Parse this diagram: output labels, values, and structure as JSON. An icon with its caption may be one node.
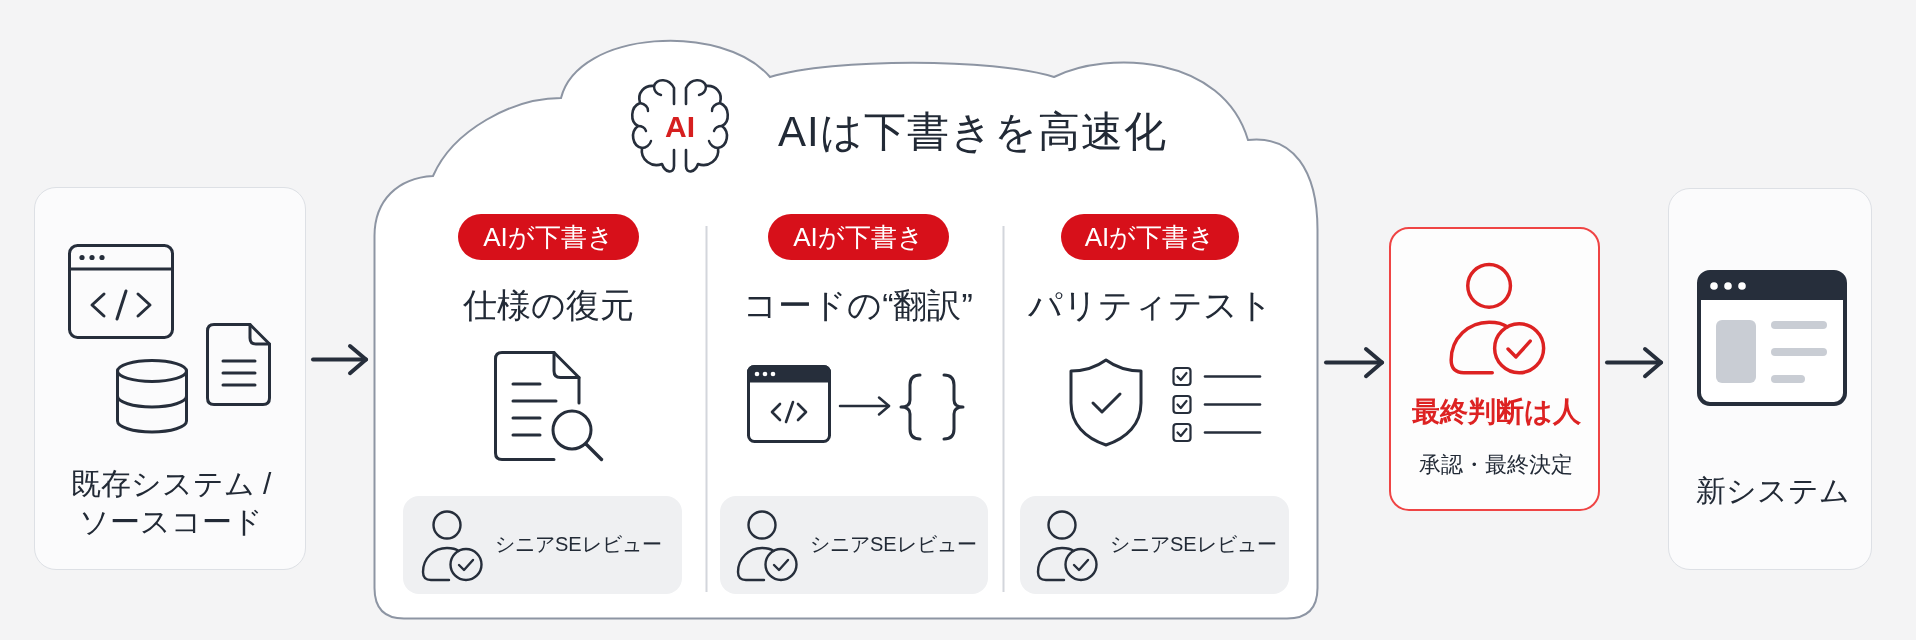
{
  "diagram": {
    "nodes": [
      {
        "text": [
          "既存システム / ソースコード"
        ]
      },
      {
        "text": [
          "AIは下書きを高速化"
        ]
      },
      {
        "text": [
          "AIが下書き"
        ],
        "in": 1
      },
      {
        "text": [
          "AIが下書き"
        ],
        "in": 1
      },
      {
        "text": [
          "AIが下書き"
        ],
        "in": 1
      },
      {
        "text": [],
        "shape": "picture",
        "in": 1
      },
      {
        "text": [],
        "shape": "picture",
        "in": 1
      },
      {
        "text": [
          "シニアSEレビュー"
        ],
        "in": 1
      },
      {
        "text": [
          "シニアSEレビュー"
        ],
        "in": 1
      },
      {
        "text": [
          "シニアSEレビュー"
        ],
        "in": 1
      },
      {
        "text": [
          "最終判断は人",
          "承認・最終決定"
        ]
      },
      {
        "text": [
          "新システム"
        ]
      }
    ],
    "edges": [
      {
        "from": 0,
        "to": 1,
        "arrow": "to"
      },
      {
        "from": 5,
        "to": 6,
        "arrow": "to"
      },
      {
        "from": 1,
        "to": 10,
        "arrow": "to"
      },
      {
        "from": 10,
        "to": 11,
        "arrow": "to"
      }
    ],
    "labels": [
      "AI",
      "仕様の復元",
      "コードの“翻訳”",
      "パリティテスト"
    ]
  }
}
